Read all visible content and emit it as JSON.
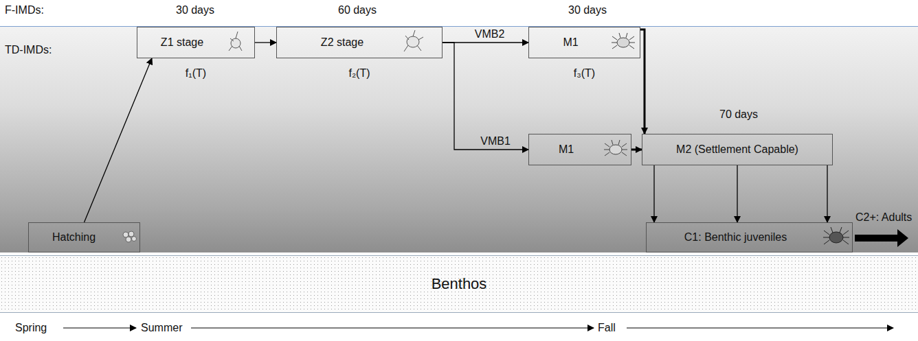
{
  "diagram": {
    "nodes": [
      {
        "text": [
          "Hatching"
        ]
      },
      {
        "text": [
          "Z1 stage",
          "f₁(T)"
        ]
      },
      {
        "text": [
          "Z2 stage",
          "f₂(T)"
        ]
      },
      {
        "text": [
          "M1",
          "f₃(T)"
        ]
      },
      {
        "text": [
          "M1"
        ]
      },
      {
        "text": [
          "M2 (Settlement Capable)"
        ]
      },
      {
        "text": [
          "C1: Benthic juveniles"
        ]
      },
      {
        "text": [
          "Benthos"
        ]
      }
    ],
    "edges": [
      {
        "from": 0,
        "to": 1,
        "arrow": "to"
      },
      {
        "from": 1,
        "to": 2,
        "arrow": "to"
      },
      {
        "from": 2,
        "to": 3,
        "label": "VMB2",
        "arrow": "to"
      },
      {
        "from": 2,
        "to": 4,
        "label": "VMB1",
        "arrow": "to"
      },
      {
        "from": 3,
        "to": 5,
        "arrow": "to"
      },
      {
        "from": 4,
        "to": 5,
        "arrow": "to"
      },
      {
        "from": 5,
        "to": 6,
        "arrow": "to"
      },
      {
        "from": 5,
        "to": 6,
        "arrow": "to"
      },
      {
        "from": 5,
        "to": 6,
        "arrow": "to"
      }
    ],
    "labels": [
      "F-IMDs:",
      "30 days",
      "60 days",
      "30 days",
      "TD-IMDs:",
      "70 days",
      "C2+: Adults",
      "Spring",
      "Summer",
      "Fall"
    ]
  }
}
